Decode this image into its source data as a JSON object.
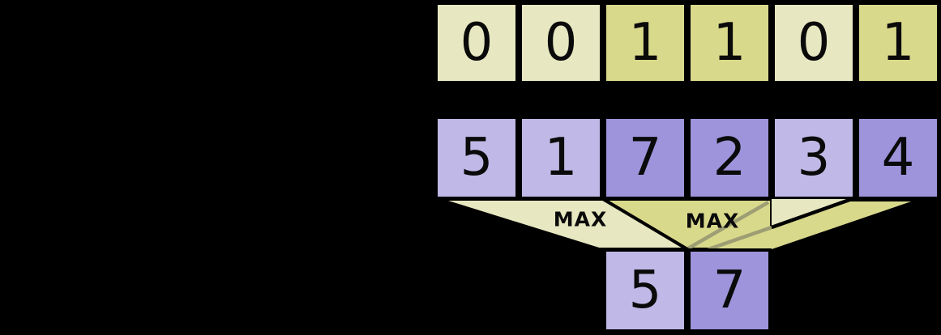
{
  "colors": {
    "background": "#000000",
    "mask_light": "#e7e7c1",
    "mask_dark": "#d9d98c",
    "vec_light": "#c0b8e6",
    "vec_dark": "#9d94dc",
    "overlap_line": "#9e9e74",
    "text": "#0a0a0a"
  },
  "mask_row": {
    "cells": [
      {
        "value": "0",
        "shade": "light"
      },
      {
        "value": "0",
        "shade": "light"
      },
      {
        "value": "1",
        "shade": "dark"
      },
      {
        "value": "1",
        "shade": "dark"
      },
      {
        "value": "0",
        "shade": "light"
      },
      {
        "value": "1",
        "shade": "dark"
      }
    ]
  },
  "vector_row": {
    "cells": [
      {
        "value": "5",
        "shade": "light"
      },
      {
        "value": "1",
        "shade": "light"
      },
      {
        "value": "7",
        "shade": "dark"
      },
      {
        "value": "2",
        "shade": "dark"
      },
      {
        "value": "3",
        "shade": "light"
      },
      {
        "value": "4",
        "shade": "dark"
      }
    ]
  },
  "operations": {
    "left_label": "MAX",
    "right_label": "MAX"
  },
  "output_row": {
    "cells": [
      {
        "value": "5",
        "shade": "light"
      },
      {
        "value": "7",
        "shade": "dark"
      }
    ]
  }
}
